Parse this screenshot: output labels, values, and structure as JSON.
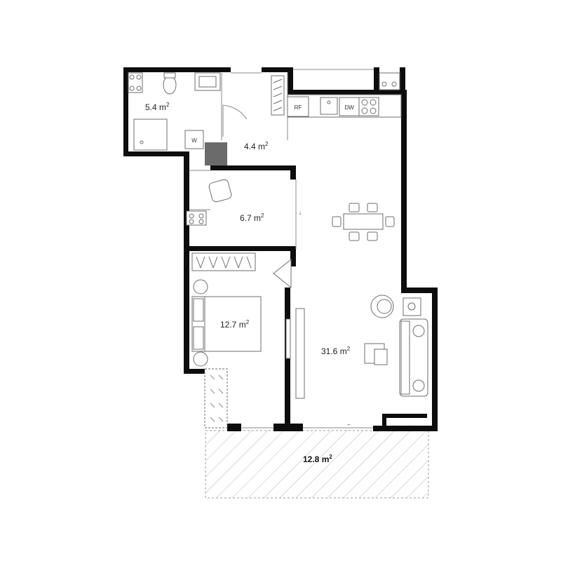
{
  "floor_plan": {
    "rooms": [
      {
        "id": "bathroom",
        "area_value": "5.4",
        "unit": "m",
        "unit_exponent": "2"
      },
      {
        "id": "hall",
        "area_value": "4.4",
        "unit": "m",
        "unit_exponent": "2"
      },
      {
        "id": "small-room",
        "area_value": "6.7",
        "unit": "m",
        "unit_exponent": "2"
      },
      {
        "id": "bedroom",
        "area_value": "12.7",
        "unit": "m",
        "unit_exponent": "2"
      },
      {
        "id": "living-room",
        "area_value": "31.6",
        "unit": "m",
        "unit_exponent": "2"
      },
      {
        "id": "terrace",
        "area_value": "12.8",
        "unit": "m",
        "unit_exponent": "2"
      }
    ],
    "appliances": {
      "fridge": "RF",
      "dishwasher": "DW",
      "washer": "W"
    },
    "arrows": {
      "small_room_door": "↓",
      "terrace_door": "←"
    }
  }
}
